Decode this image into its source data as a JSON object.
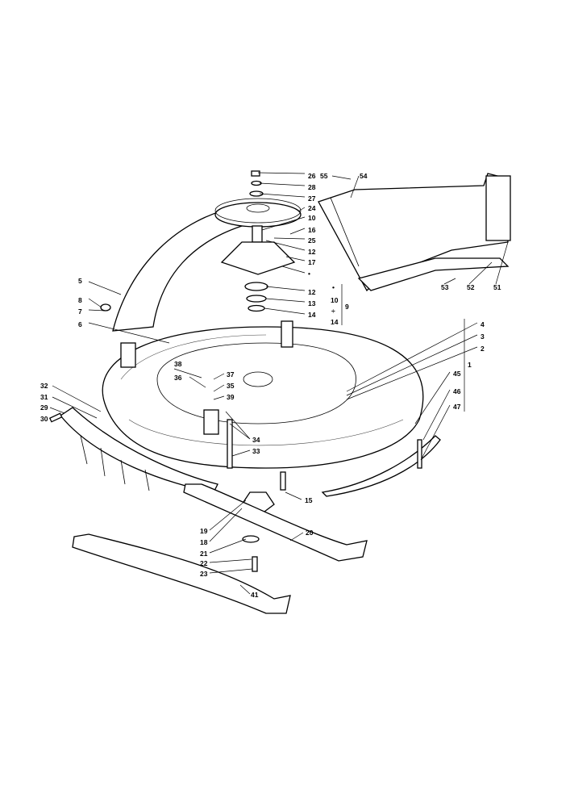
{
  "diagram": {
    "type": "exploded parts diagram",
    "spindle_group": {
      "labels": [
        "26",
        "28",
        "27",
        "24",
        "10",
        "16",
        "25",
        "12",
        "17",
        "•",
        "12",
        "13",
        "14"
      ]
    },
    "kit_note": {
      "start": "•",
      "mid": "10",
      "sep": "÷",
      "end": "14",
      "kit": "9"
    },
    "chute_group": {
      "labels": [
        "55",
        "54",
        "51",
        "52",
        "53"
      ]
    },
    "left_group": {
      "labels": [
        "5",
        "8",
        "7",
        "6"
      ]
    },
    "right_group": {
      "labels": [
        "4",
        "3",
        "2"
      ],
      "kit": "1",
      "extra": [
        "45",
        "46",
        "47"
      ]
    },
    "center_group": {
      "labels": [
        "38",
        "36",
        "37",
        "35",
        "39",
        "34",
        "33"
      ]
    },
    "skirt_group": {
      "labels": [
        "32",
        "31",
        "29",
        "30"
      ]
    },
    "blade_group": {
      "labels": [
        "15",
        "19",
        "18",
        "21",
        "22",
        "23",
        "20",
        "41"
      ]
    }
  }
}
